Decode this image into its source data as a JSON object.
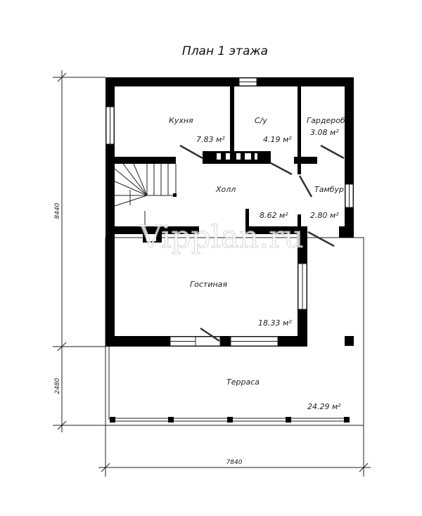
{
  "title": "План 1 этажа",
  "rooms": [
    {
      "name": "Кухня",
      "area": "7.83 м²"
    },
    {
      "name": "С/у",
      "area": "4.19 м²"
    },
    {
      "name": "Гардероб",
      "area": "3.08 м²"
    },
    {
      "name": "Холл",
      "area": "8.62 м²"
    },
    {
      "name": "Тамбур",
      "area": "2.80 м²"
    },
    {
      "name": "Гостиная",
      "area": "18.33 м²"
    },
    {
      "name": "Терраса",
      "area": "24.29 м²"
    }
  ],
  "dimensions": {
    "height_house": "8440",
    "height_terrace": "2480",
    "width": "7840"
  },
  "watermark": "Vipplan.ru"
}
